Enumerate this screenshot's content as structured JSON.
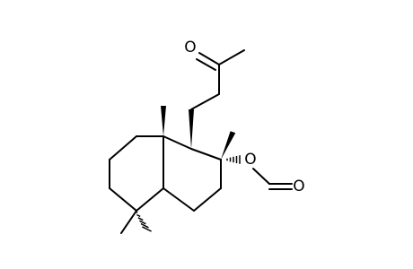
{
  "molecule": {
    "atom_labels": {
      "ketone_oxygen": "O",
      "ester_oxygen": "O",
      "formyl_oxygen": "O"
    },
    "line_color": "#000000",
    "background_color": "#ffffff"
  }
}
